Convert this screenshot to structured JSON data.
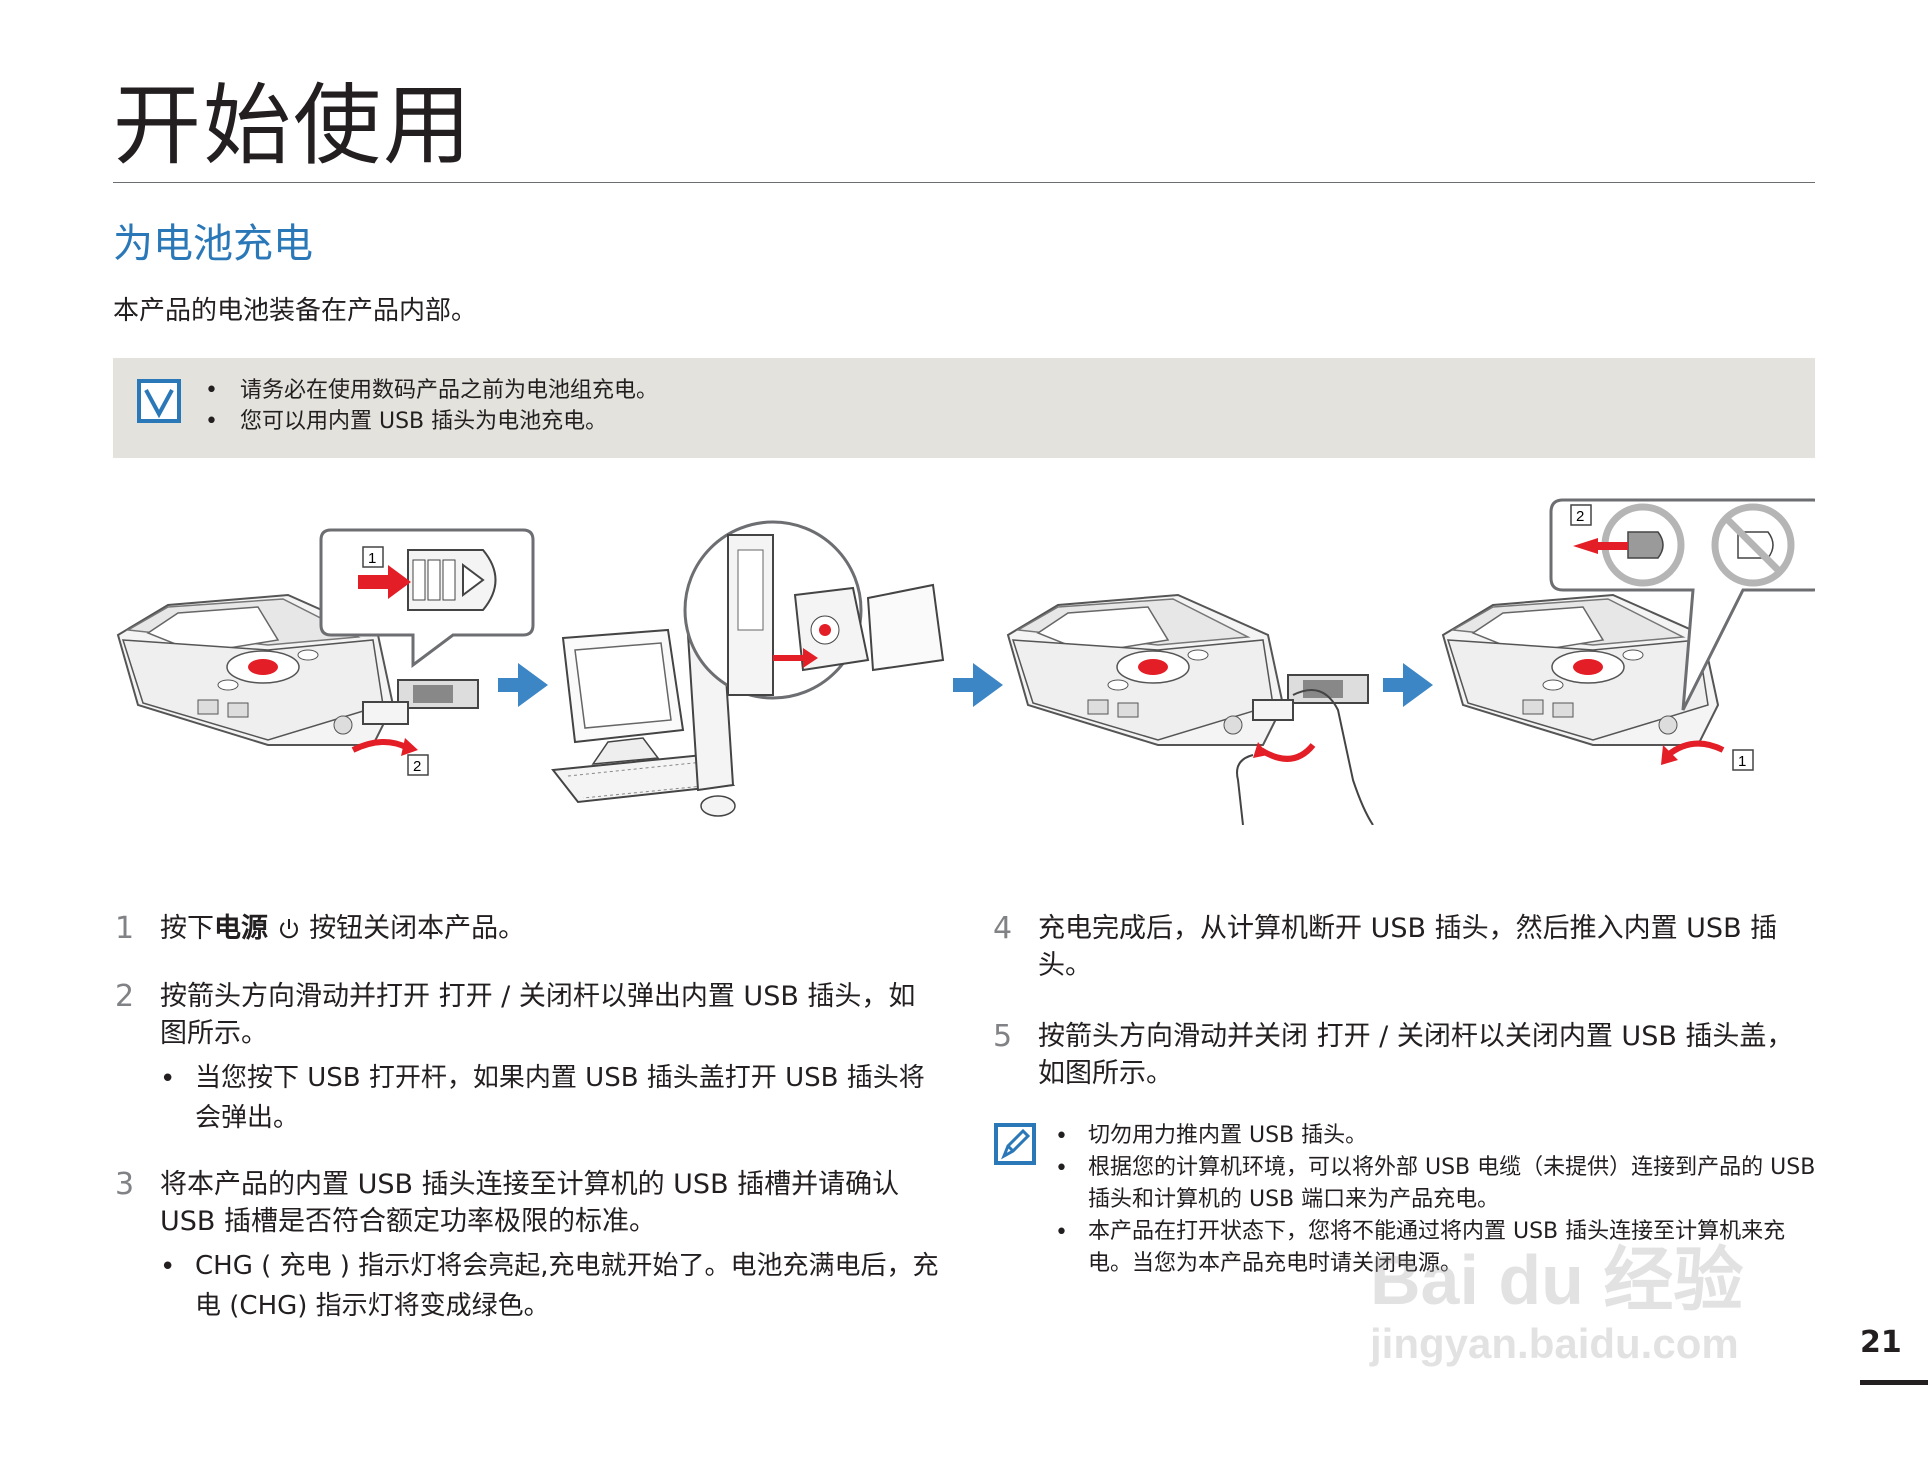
{
  "page": {
    "title": "开始使用",
    "section_title": "为电池充电",
    "intro": "本产品的电池装备在产品内部。",
    "page_number": "21"
  },
  "note": {
    "icon": "checkmark-note-icon",
    "items": [
      "请务必在使用数码产品之前为电池组充电。",
      "您可以用内置 USB 插头为电池充电。"
    ]
  },
  "illustration": {
    "callout_labels": [
      "1",
      "2",
      "2",
      "1"
    ]
  },
  "steps": [
    {
      "num": "1",
      "text_before": "按下",
      "text_bold": "电源",
      "text_after": "按钮关闭本产品。",
      "icon": "power-icon"
    },
    {
      "num": "2",
      "text": "按箭头方向滑动并打开 打开 / 关闭杆以弹出内置 USB 插头，如图所示。",
      "bullet": "当您按下 USB 打开杆，如果内置 USB 插头盖打开 USB 插头将会弹出。"
    },
    {
      "num": "3",
      "text": "将本产品的内置 USB 插头连接至计算机的 USB 插槽并请确认 USB 插槽是否符合额定功率极限的标准。",
      "bullet": "CHG ( 充电 ) 指示灯将会亮起,充电就开始了。电池充满电后，充电 (CHG) 指示灯将变成绿色。"
    },
    {
      "num": "4",
      "text": "充电完成后，从计算机断开 USB 插头，然后推入内置 USB 插头。"
    },
    {
      "num": "5",
      "text": "按箭头方向滑动并关闭 打开 / 关闭杆以关闭内置 USB 插头盖，如图所示。"
    }
  ],
  "tips": {
    "icon": "pencil-note-icon",
    "items": [
      "切勿用力推内置 USB 插头。",
      "根据您的计算机环境，可以将外部 USB 电缆（未提供）连接到产品的 USB 插头和计算机的 USB 端口来为产品充电。",
      "本产品在打开状态下，您将不能通过将内置 USB 插头连接至计算机来充电。当您为本产品充电时请关闭电源。"
    ]
  },
  "watermark": {
    "line1": "Bai du 经验",
    "line2": "jingyan.baidu.com"
  },
  "colors": {
    "accent_blue": "#2b78b8",
    "note_bg": "#e3e2dd",
    "arrow_blue": "#3d86c6",
    "arrow_red": "#e31e26"
  }
}
